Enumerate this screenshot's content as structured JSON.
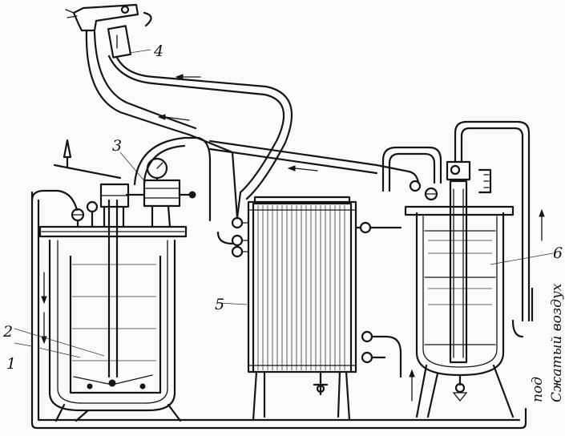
{
  "labels": {
    "l1": "1",
    "l2": "2",
    "l3": "3",
    "l4": "4",
    "l5": "5",
    "l6": "6"
  },
  "side_caption": {
    "line1": "Сжатый воздух",
    "line2": "под"
  },
  "colors": {
    "ink": "#151515",
    "paper": "#fbfbfa"
  }
}
